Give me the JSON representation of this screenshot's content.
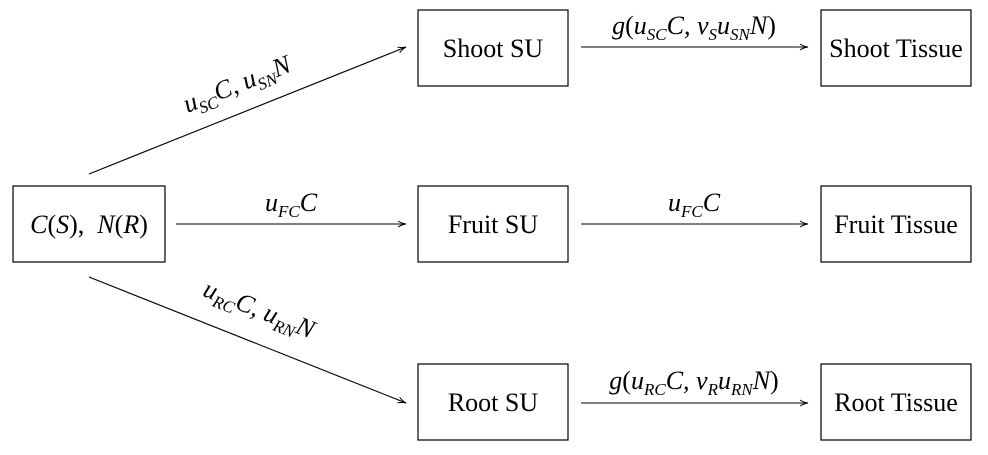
{
  "nodes": {
    "source": [
      {
        "t": "C",
        "i": true
      },
      {
        "t": "(",
        "i": false
      },
      {
        "t": "S",
        "i": true
      },
      {
        "t": "),  ",
        "i": false
      },
      {
        "t": "N",
        "i": true
      },
      {
        "t": "(",
        "i": false
      },
      {
        "t": "R",
        "i": true
      },
      {
        "t": ")",
        "i": false
      }
    ],
    "shoot_su": "Shoot SU",
    "fruit_su": "Fruit SU",
    "root_su": "Root SU",
    "shoot_tissue": "Shoot Tissue",
    "fruit_tissue": "Fruit Tissue",
    "root_tissue": "Root Tissue"
  },
  "edges": {
    "source_to_shoot": [
      {
        "t": "u"
      },
      {
        "sub": "SC"
      },
      {
        "t": "C, u"
      },
      {
        "sub": "SN"
      },
      {
        "t": "N"
      }
    ],
    "source_to_fruit": [
      {
        "t": "u"
      },
      {
        "sub": "FC"
      },
      {
        "t": "C"
      }
    ],
    "source_to_root": [
      {
        "t": "u"
      },
      {
        "sub": "RC"
      },
      {
        "t": "C, u"
      },
      {
        "sub": "RN"
      },
      {
        "t": "N"
      }
    ],
    "shoot_to_tissue": [
      {
        "t": "g"
      },
      {
        "up": "("
      },
      {
        "t": "u"
      },
      {
        "sub": "SC"
      },
      {
        "t": "C, ν"
      },
      {
        "sub": "S"
      },
      {
        "t": "u"
      },
      {
        "sub": "SN"
      },
      {
        "t": "N"
      },
      {
        "up": ")"
      }
    ],
    "fruit_to_tissue": [
      {
        "t": "u"
      },
      {
        "sub": "FC"
      },
      {
        "t": "C"
      }
    ],
    "root_to_tissue": [
      {
        "t": "g"
      },
      {
        "up": "("
      },
      {
        "t": "u"
      },
      {
        "sub": "RC"
      },
      {
        "t": "C, ν"
      },
      {
        "sub": "R"
      },
      {
        "t": "u"
      },
      {
        "sub": "RN"
      },
      {
        "t": "N"
      },
      {
        "up": ")"
      }
    ]
  }
}
